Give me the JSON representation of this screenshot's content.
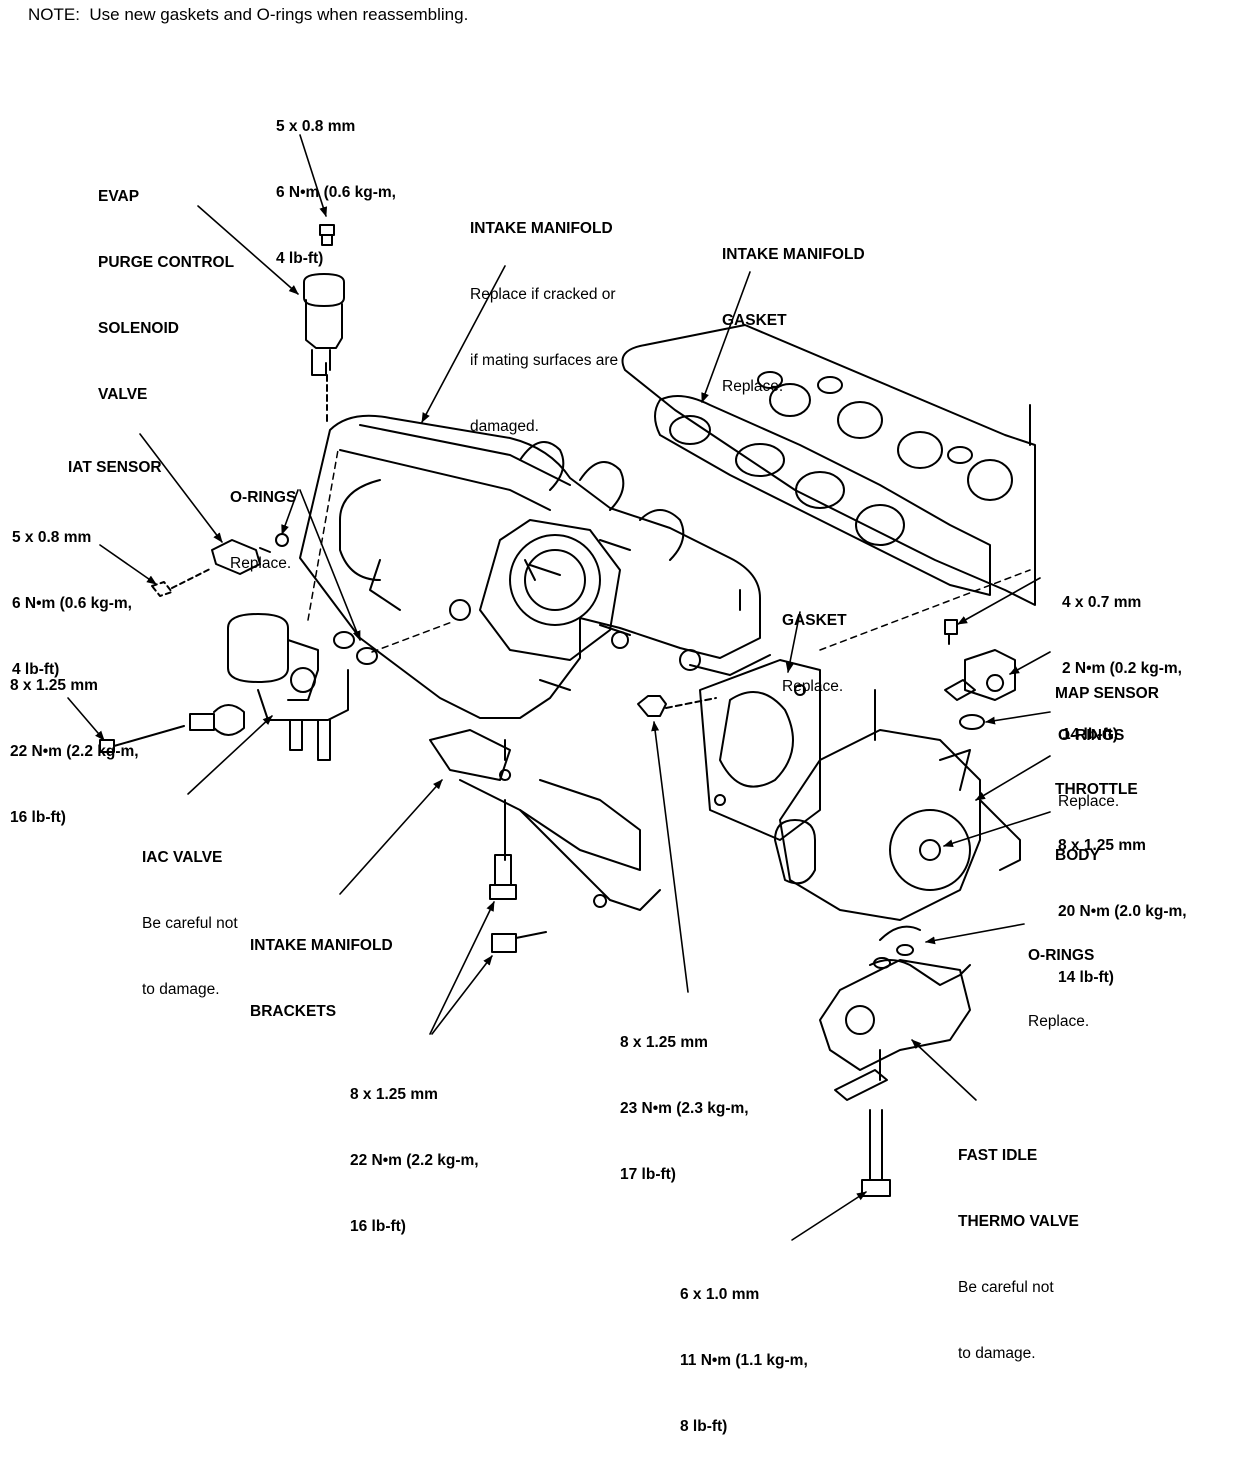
{
  "note": "NOTE:  Use new gaskets and O-rings when reassembling.",
  "callouts": {
    "bolt_evap": [
      "5 x 0.8 mm",
      "6 N•m (0.6 kg-m,",
      "4 lb-ft)"
    ],
    "evap_solenoid": [
      "EVAP",
      "PURGE CONTROL",
      "SOLENOID",
      "VALVE"
    ],
    "intake_manifold": {
      "title": "INTAKE MANIFOLD",
      "lines": [
        "Replace if cracked or",
        "if mating surfaces are",
        "damaged."
      ]
    },
    "intake_manifold_gasket": {
      "title": [
        "INTAKE MANIFOLD",
        "GASKET"
      ],
      "lines": [
        "Replace."
      ]
    },
    "iat_sensor": "IAT SENSOR",
    "o_rings_1": {
      "title": "O-RINGS",
      "lines": [
        "Replace."
      ]
    },
    "bolt_iat": [
      "5 x 0.8 mm",
      "6 N•m (0.6 kg-m,",
      "4 lb-ft)"
    ],
    "bolt_iac": [
      "8 x 1.25 mm",
      "22 N•m (2.2 kg-m,",
      "16 lb-ft)"
    ],
    "iac_valve": {
      "title": "IAC VALVE",
      "lines": [
        "Be careful not",
        "to damage."
      ]
    },
    "gasket": {
      "title": "GASKET",
      "lines": [
        "Replace."
      ]
    },
    "bolt_map": [
      "4 x 0.7 mm",
      "2 N•m (0.2 kg-m,",
      "14 lb-ft)"
    ],
    "map_sensor": "MAP SENSOR",
    "o_rings_2": {
      "title": "O-RINGS",
      "lines": [
        "Replace."
      ]
    },
    "throttle_body": [
      "THROTTLE",
      "BODY"
    ],
    "bolt_throttle": [
      "8 x 1.25 mm",
      "20 N•m (2.0 kg-m,",
      "14 lb-ft)"
    ],
    "intake_manifold_brackets": [
      "INTAKE MANIFOLD",
      "BRACKETS"
    ],
    "o_rings_3": {
      "title": "O-RINGS",
      "lines": [
        "Replace."
      ]
    },
    "bolt_nut": [
      "8 x 1.25 mm",
      "23 N•m (2.3 kg-m,",
      "17 lb-ft)"
    ],
    "bolt_brackets": [
      "8 x 1.25 mm",
      "22 N•m (2.2 kg-m,",
      "16 lb-ft)"
    ],
    "fast_idle_thermo_valve": {
      "title": [
        "FAST IDLE",
        "THERMO VALVE"
      ],
      "lines": [
        "Be careful not",
        "to damage."
      ]
    },
    "bolt_fitv": [
      "6 x 1.0 mm",
      "11 N•m (1.1 kg-m,",
      "8 lb-ft)"
    ]
  }
}
